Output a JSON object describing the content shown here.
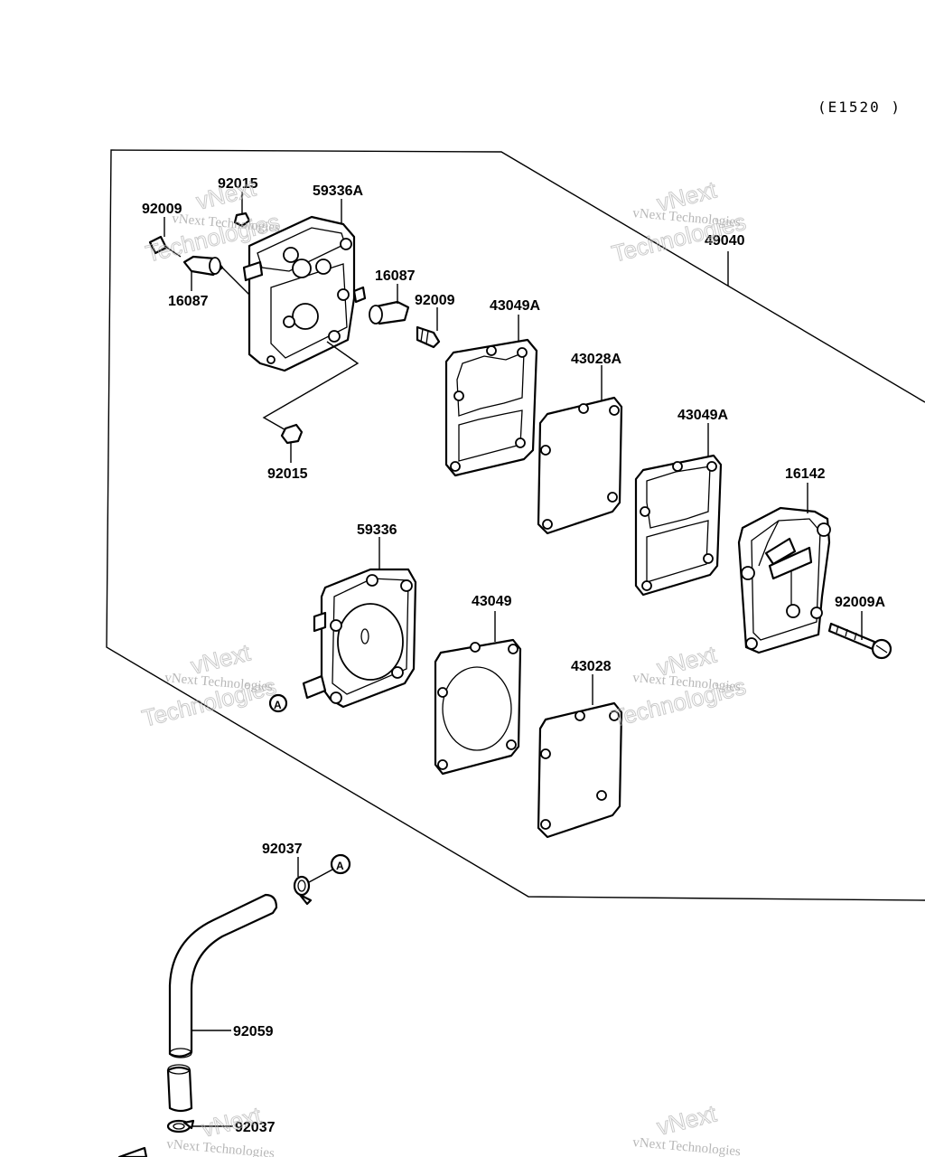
{
  "diagram_code": "(E1520 )",
  "part_labels": {
    "p92015_top": "92015",
    "p92009_left": "92009",
    "p59336A": "59336A",
    "p16087_left": "16087",
    "p16087_right": "16087",
    "p92009_mid": "92009",
    "p43049A_1": "43049A",
    "p43028A": "43028A",
    "p43049A_2": "43049A",
    "p49040": "49040",
    "p92015_bottom": "92015",
    "p16142": "16142",
    "p92009A": "92009A",
    "p59336": "59336",
    "p43049": "43049",
    "p43028": "43028",
    "p92037_top": "92037",
    "p92059": "92059",
    "p92037_bottom": "92037"
  },
  "reference_marks": {
    "ref_a_bolt": "A",
    "ref_a_clip": "A"
  },
  "watermark": {
    "line1": "vNext Technologies",
    "line2a": "vNext",
    "line2b": "Technologies"
  }
}
